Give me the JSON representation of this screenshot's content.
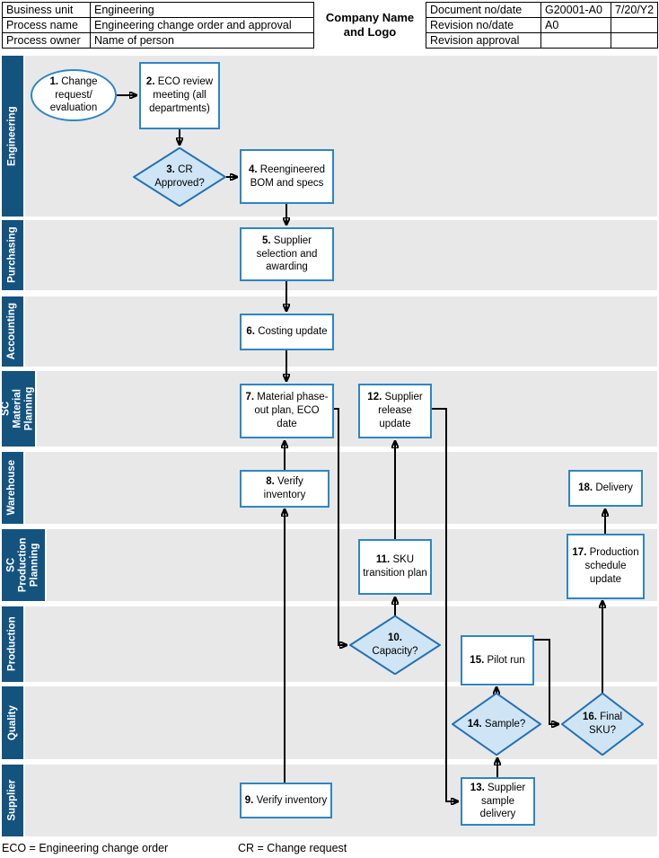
{
  "header": {
    "left_rows": [
      {
        "label": "Business unit",
        "value": "Engineering"
      },
      {
        "label": "Process name",
        "value": "Engineering change order and approval"
      },
      {
        "label": "Process owner",
        "value": "Name of person"
      }
    ],
    "company": "Company Name\nand Logo",
    "right_rows": [
      {
        "label": "Document no/date",
        "value": "G20001-A0",
        "value2": "7/20/Y2"
      },
      {
        "label": "Revision no/date",
        "value": "A0",
        "value2": ""
      },
      {
        "label": "Revision approval",
        "value": "",
        "value2": ""
      }
    ]
  },
  "lanes": [
    {
      "label": "Engineering"
    },
    {
      "label": "Purchasing"
    },
    {
      "label": "Accounting"
    },
    {
      "label": "SC Material\nPlanning"
    },
    {
      "label": "Warehouse"
    },
    {
      "label": "SC\nProduction\nPlanning"
    },
    {
      "label": "Production"
    },
    {
      "label": "Quality"
    },
    {
      "label": "Supplier"
    }
  ],
  "nodes": {
    "n1": {
      "num": "1.",
      "label": "Change request/ evaluation",
      "shape": "ellipse",
      "lane": "Engineering"
    },
    "n2": {
      "num": "2.",
      "label": "ECO review meeting (all departments)",
      "shape": "rect",
      "lane": "Engineering"
    },
    "n3": {
      "num": "3.",
      "label": "CR Approved?",
      "shape": "diamond",
      "lane": "Engineering"
    },
    "n4": {
      "num": "4.",
      "label": "Reengineered BOM and specs",
      "shape": "rect",
      "lane": "Engineering"
    },
    "n5": {
      "num": "5.",
      "label": "Supplier selection and awarding",
      "shape": "rect",
      "lane": "Purchasing"
    },
    "n6": {
      "num": "6.",
      "label": "Costing update",
      "shape": "rect",
      "lane": "Accounting"
    },
    "n7": {
      "num": "7.",
      "label": "Material phase-out plan, ECO date",
      "shape": "rect",
      "lane": "SC Material Planning"
    },
    "n8": {
      "num": "8.",
      "label": "Verify inventory",
      "shape": "rect",
      "lane": "Warehouse"
    },
    "n9": {
      "num": "9.",
      "label": "Verify inventory",
      "shape": "rect",
      "lane": "Supplier"
    },
    "n10": {
      "num": "10.",
      "label": "Capacity?",
      "shape": "diamond",
      "lane": "Production"
    },
    "n11": {
      "num": "11.",
      "label": "SKU transition plan",
      "shape": "rect",
      "lane": "SC Production Planning"
    },
    "n12": {
      "num": "12.",
      "label": "Supplier release update",
      "shape": "rect",
      "lane": "SC Material Planning"
    },
    "n13": {
      "num": "13.",
      "label": "Supplier sample delivery",
      "shape": "rect",
      "lane": "Supplier"
    },
    "n14": {
      "num": "14.",
      "label": "Sample?",
      "shape": "diamond",
      "lane": "Quality"
    },
    "n15": {
      "num": "15.",
      "label": "Pilot run",
      "shape": "rect",
      "lane": "Production"
    },
    "n16": {
      "num": "16.",
      "label": "Final SKU?",
      "shape": "diamond",
      "lane": "Quality"
    },
    "n17": {
      "num": "17.",
      "label": "Production schedule update",
      "shape": "rect",
      "lane": "SC Production Planning"
    },
    "n18": {
      "num": "18.",
      "label": "Delivery",
      "shape": "rect",
      "lane": "Warehouse"
    }
  },
  "edges": [
    "1→2",
    "2→3",
    "3→4",
    "4→5",
    "5→6",
    "6→7",
    "8→7",
    "9→8",
    "7→10",
    "10→11",
    "11→12",
    "12→13",
    "13→14",
    "14→15",
    "15→16",
    "16→17",
    "17→18"
  ],
  "legend": {
    "eco": "ECO = Engineering change order",
    "cr": "CR = Change request"
  },
  "colors": {
    "lane_bar": "#15537f",
    "lane_body": "#e8e8e8",
    "shape_border": "#2e86c1",
    "diamond_border": "#2171b5",
    "diamond_fill": "#cfe5f5",
    "connector": "#000000"
  }
}
